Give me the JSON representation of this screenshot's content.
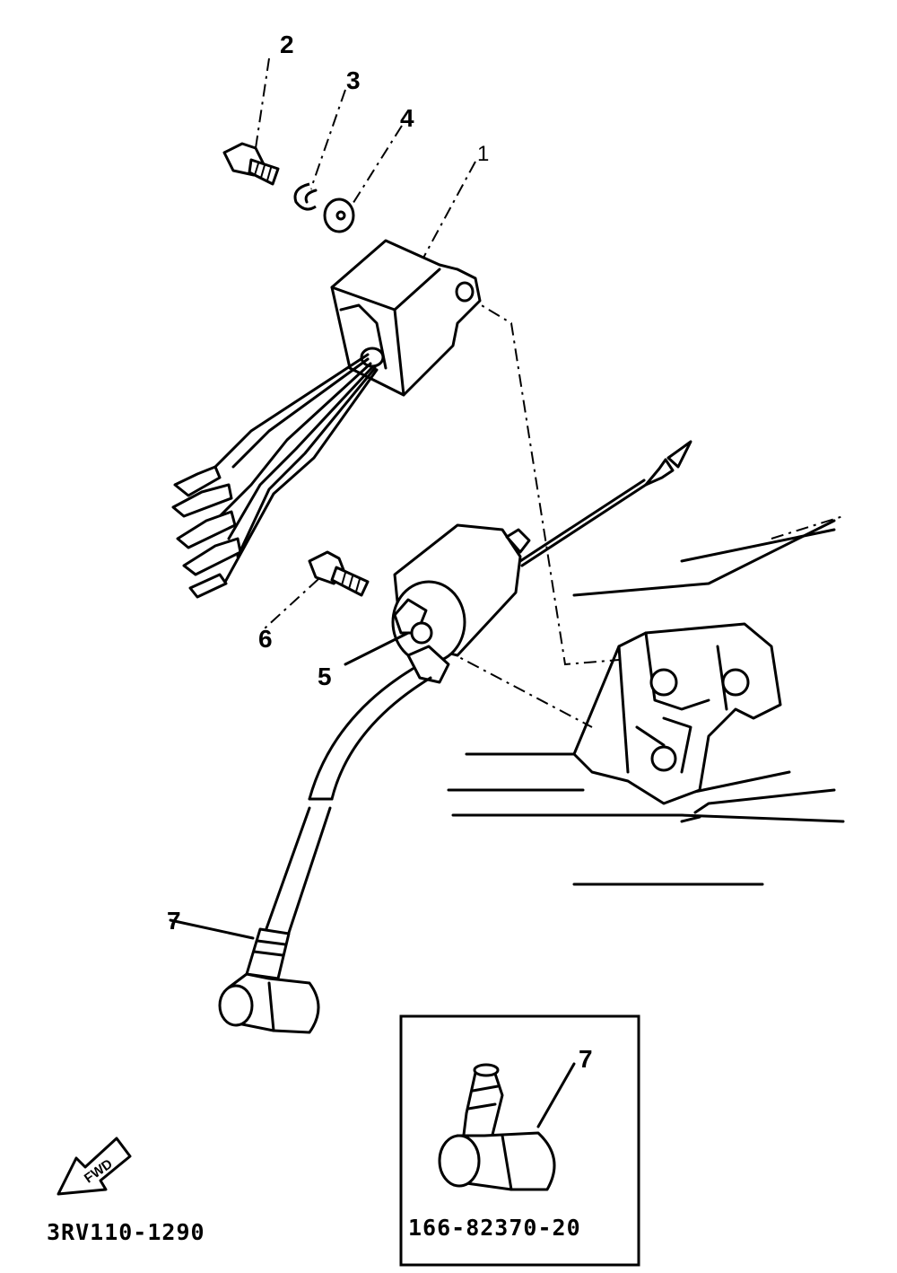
{
  "diagram": {
    "callouts": [
      "1",
      "2",
      "3",
      "4",
      "5",
      "6",
      "7",
      "7"
    ],
    "inset_part_number": "166-82370-20",
    "figure_code": "3RV110-1290",
    "direction_arrow": {
      "label": "FWD",
      "icon": "forward-arrow-icon"
    }
  }
}
